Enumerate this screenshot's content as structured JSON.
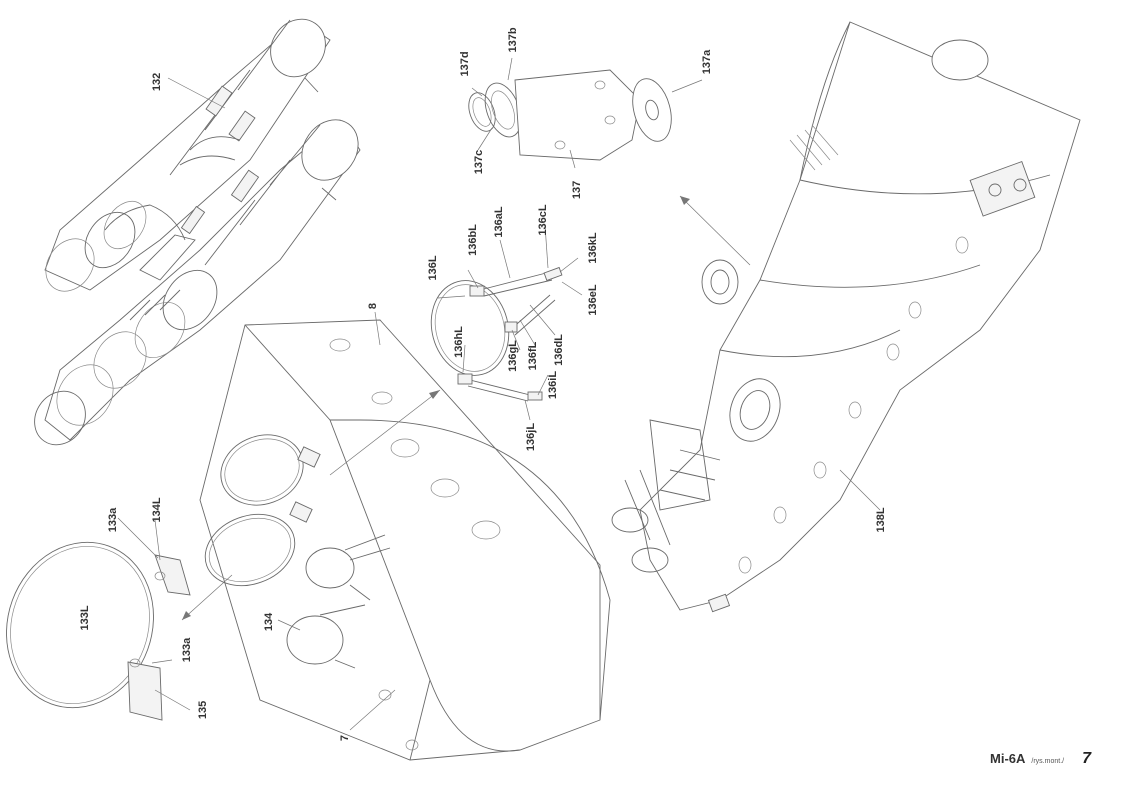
{
  "labels": {
    "p132": "132",
    "p137d": "137d",
    "p137b": "137b",
    "p137c": "137c",
    "p137": "137",
    "p137a": "137a",
    "p136L": "136L",
    "p136bL": "136bL",
    "p136aL": "136aL",
    "p136cL": "136cL",
    "p136kL": "136kL",
    "p136eL": "136eL",
    "p136hL": "136hL",
    "p136gL": "136gL",
    "p136fL": "136fL",
    "p136dL": "136dL",
    "p136iL": "136iL",
    "p136jL": "136jL",
    "p8": "8",
    "p7": "7",
    "p133a_top": "133a",
    "p134L": "134L",
    "p133L": "133L",
    "p133a_bottom": "133a",
    "p135": "135",
    "p134": "134",
    "p138L": "138L"
  },
  "footer": {
    "title": "Mi-6A",
    "subtitle": "/rys.mont./",
    "page": "7"
  }
}
